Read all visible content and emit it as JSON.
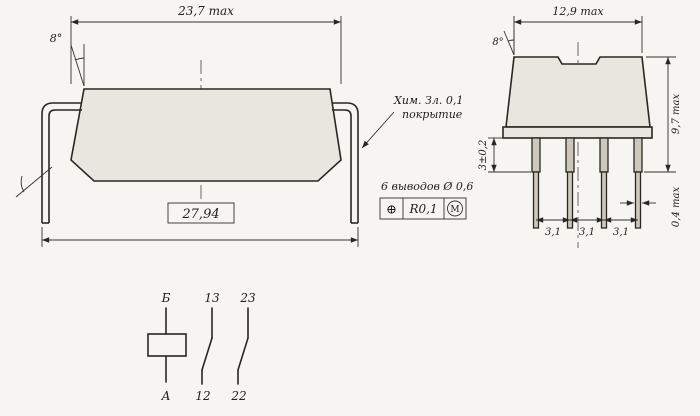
{
  "page": {
    "background_color": "#f6f5f1",
    "ink_color": "#211e1a"
  },
  "side_view": {
    "dim_length": "23,7 max",
    "angle_top": "8°",
    "frame_dim": "27,94",
    "coating_note_line1": "Хим. Зл. 0,1",
    "coating_note_line2": "покрытие",
    "leads_note": "6 выводов Ø 0,6",
    "fcf": {
      "symbol": "⊕",
      "value": "R0,1",
      "modifier": "M"
    }
  },
  "end_view": {
    "dim_width": "12,9 max",
    "angle_top": "8°",
    "dim_height": "9,7 max",
    "dim_lead_thickness": "0,4 max",
    "dim_shoulder": "3±0,2",
    "pitch": [
      "3,1",
      "3,1",
      "3,1"
    ]
  },
  "schematic": {
    "top_labels": [
      "Б",
      "13",
      "23"
    ],
    "bottom_labels": [
      "А",
      "12",
      "22"
    ]
  }
}
